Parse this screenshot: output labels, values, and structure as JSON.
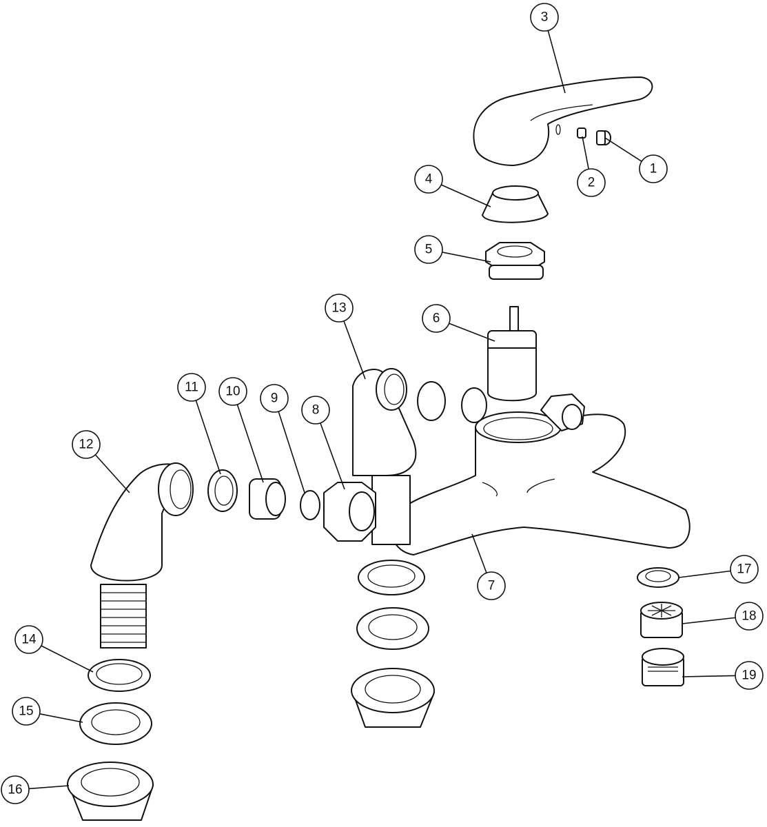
{
  "diagram": {
    "type": "exploded-parts-diagram",
    "callouts": [
      "1",
      "2",
      "3",
      "4",
      "5",
      "6",
      "7",
      "8",
      "9",
      "10",
      "11",
      "12",
      "13",
      "14",
      "15",
      "16",
      "17",
      "18",
      "19"
    ]
  }
}
